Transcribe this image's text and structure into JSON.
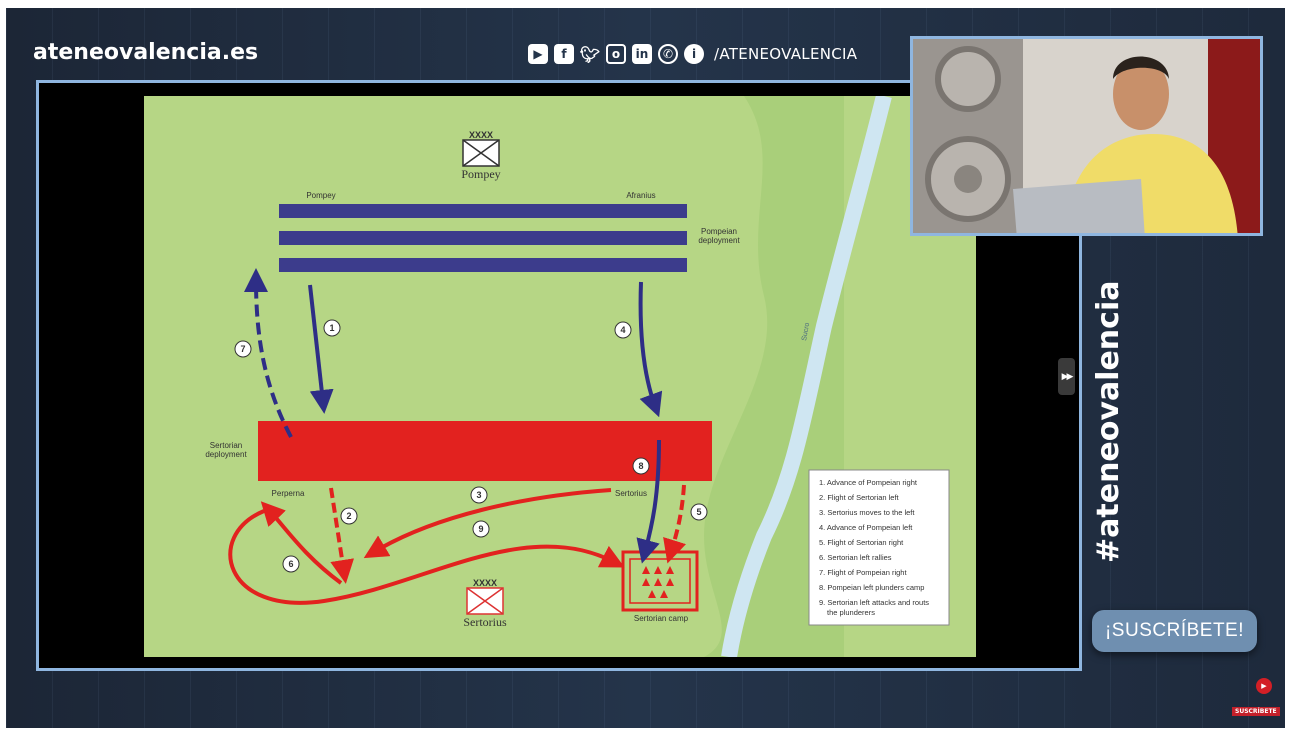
{
  "header": {
    "brand": "ateneovalencia.es",
    "social_icons": [
      "youtube-icon",
      "facebook-icon",
      "twitter-icon",
      "instagram-icon",
      "linkedin-icon",
      "whatsapp-icon",
      "ivoox-icon"
    ],
    "handle": "/ATENEOVALENCIA"
  },
  "map": {
    "pompey_symbol": "XXXX",
    "pompey_label": "Pompey",
    "sertorius_symbol": "XXXX",
    "sertorius_label": "Sertorius",
    "labels": {
      "pompey": "Pompey",
      "afranius": "Afranius",
      "pompeian_deployment_1": "Pompeian",
      "pompeian_deployment_2": "deployment",
      "sertorian_deployment_1": "Sertorian",
      "sertorian_deployment_2": "deployment",
      "perperna": "Perperna",
      "sertorius": "Sertorius",
      "camp": "Sertorian camp",
      "river": "Sucro"
    },
    "numbers": [
      "1",
      "2",
      "3",
      "4",
      "5",
      "6",
      "7",
      "8",
      "9"
    ],
    "legend": [
      "1. Advance of Pompeian right",
      "2. Flight of Sertorian left",
      "3. Sertorius moves to the left",
      "4. Advance of Pompeian left",
      "5. Flight of Sertorian right",
      "6. Sertorian left rallies",
      "7. Flight of Pompeian right",
      "8. Pompeian left plunders camp",
      "9. Sertorian left attacks and routs",
      "the plunderers"
    ],
    "colors": {
      "ground": "#b6d685",
      "pompeian": "#3c3c8c",
      "sertorian": "#e2221f",
      "river": "#cfe6f2"
    }
  },
  "sidebar": {
    "hashtag": "#ateneovalencia",
    "subscribe": "¡SUSCRÍBETE!",
    "yt_label": "SUSCRÍBETE"
  },
  "player": {
    "skip_icon": "▶▶"
  }
}
